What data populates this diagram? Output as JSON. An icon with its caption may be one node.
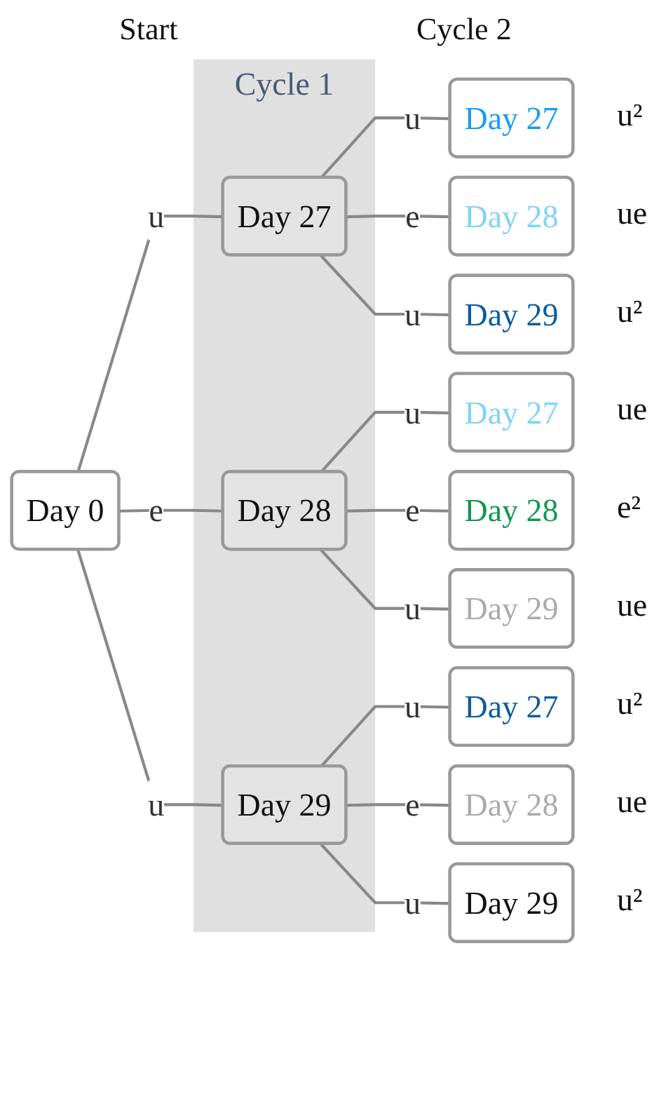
{
  "diagram": {
    "nodes": [
      {
        "text": [
          "Day 0"
        ]
      },
      {
        "text": [
          "Cycle 1"
        ]
      },
      {
        "text": [
          "Day 27"
        ],
        "in": 1
      },
      {
        "text": [
          "Day 28"
        ],
        "in": 1
      },
      {
        "text": [
          "Day 29"
        ],
        "in": 1
      },
      {
        "text": [
          "Day 27"
        ],
        "beside": [
          "u²"
        ]
      },
      {
        "text": [
          "Day 28"
        ],
        "beside": [
          "ue"
        ]
      },
      {
        "text": [
          "Day 29"
        ],
        "beside": [
          "u²"
        ]
      },
      {
        "text": [
          "Day 27"
        ],
        "beside": [
          "ue"
        ]
      },
      {
        "text": [
          "Day 28"
        ],
        "beside": [
          "e²"
        ]
      },
      {
        "text": [
          "Day 29"
        ],
        "beside": [
          "ue"
        ]
      },
      {
        "text": [
          "Day 27"
        ],
        "beside": [
          "u²"
        ]
      },
      {
        "text": [
          "Day 28"
        ],
        "beside": [
          "ue"
        ]
      },
      {
        "text": [
          "Day 29"
        ],
        "beside": [
          "u²"
        ]
      }
    ],
    "edges": [
      {
        "from": 0,
        "to": 2,
        "arrow": "none",
        "label": "u"
      },
      {
        "from": 0,
        "to": 3,
        "arrow": "none",
        "label": "e"
      },
      {
        "from": 0,
        "to": 4,
        "arrow": "none",
        "label": "u"
      },
      {
        "from": 2,
        "to": 5,
        "arrow": "none",
        "label": "u"
      },
      {
        "from": 2,
        "to": 6,
        "arrow": "none",
        "label": "e"
      },
      {
        "from": 2,
        "to": 7,
        "arrow": "none",
        "label": "u"
      },
      {
        "from": 3,
        "to": 8,
        "arrow": "none",
        "label": "u"
      },
      {
        "from": 3,
        "to": 9,
        "arrow": "none",
        "label": "e"
      },
      {
        "from": 3,
        "to": 10,
        "arrow": "none",
        "label": "u"
      },
      {
        "from": 4,
        "to": 11,
        "arrow": "none",
        "label": "u"
      },
      {
        "from": 4,
        "to": 12,
        "arrow": "none",
        "label": "e"
      },
      {
        "from": 4,
        "to": 13,
        "arrow": "none",
        "label": "u"
      }
    ],
    "labels": [
      "Start",
      "Cycle 2"
    ]
  }
}
